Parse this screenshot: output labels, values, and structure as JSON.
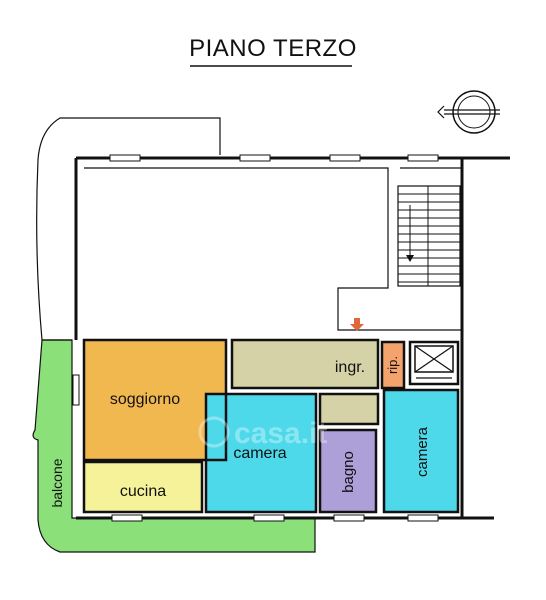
{
  "title": "PIANO TERZO",
  "rooms": {
    "soggiorno": "soggiorno",
    "cucina": "cucina",
    "camera_1": "camera",
    "camera_2": "camera",
    "bagno": "bagno",
    "ingresso": "ingr.",
    "ripostiglio": "rip.",
    "balcone": "balcone"
  },
  "watermark": "casa.it",
  "colors": {
    "soggiorno": "#F2B850",
    "cucina": "#F6F29A",
    "camera": "#4DD9EA",
    "bagno": "#AD9FD8",
    "ingresso": "#D4D2A6",
    "ripostiglio": "#F5A36C",
    "balcone": "#8BE07A",
    "arrow": "#E2683C"
  }
}
